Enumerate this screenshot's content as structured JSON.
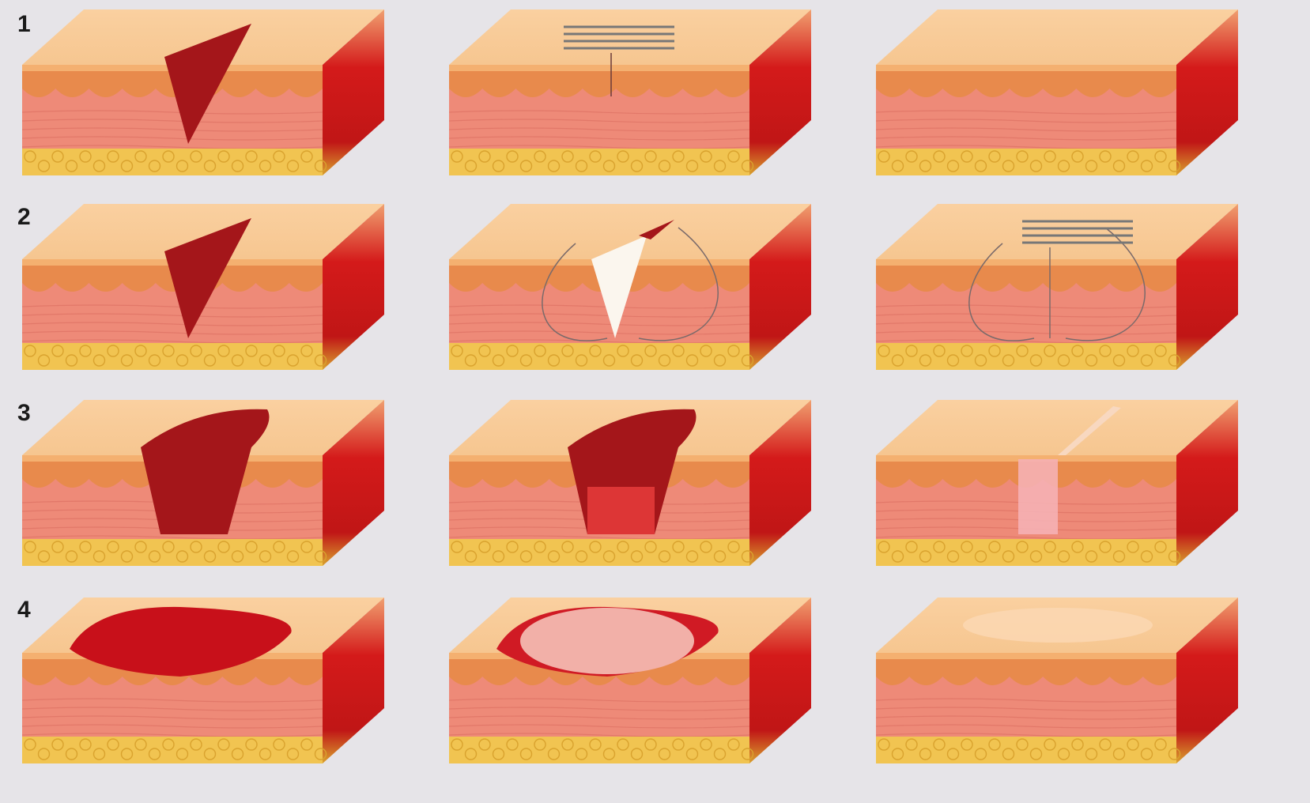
{
  "rows": [
    {
      "label": "1",
      "stages": [
        "incision",
        "sutured",
        "healed"
      ]
    },
    {
      "label": "2",
      "stages": [
        "incision",
        "packed-sutured",
        "healed-sutured"
      ]
    },
    {
      "label": "3",
      "stages": [
        "deep-wound",
        "granulating",
        "healed-scar"
      ]
    },
    {
      "label": "4",
      "stages": [
        "abrasion",
        "epithelializing",
        "healed"
      ]
    }
  ],
  "colors": {
    "background": "#e6e4e8",
    "epidermis_top": "#f6c690",
    "epidermis_band": "#e88a4c",
    "dermis": "#ee8a78",
    "dermis_line": "#d96a5c",
    "fat": "#f1c451",
    "side_face": "#d41a1a",
    "wound": "#a4161a",
    "gauze": "#fbf6ee",
    "scar": "#f5b0b4"
  }
}
